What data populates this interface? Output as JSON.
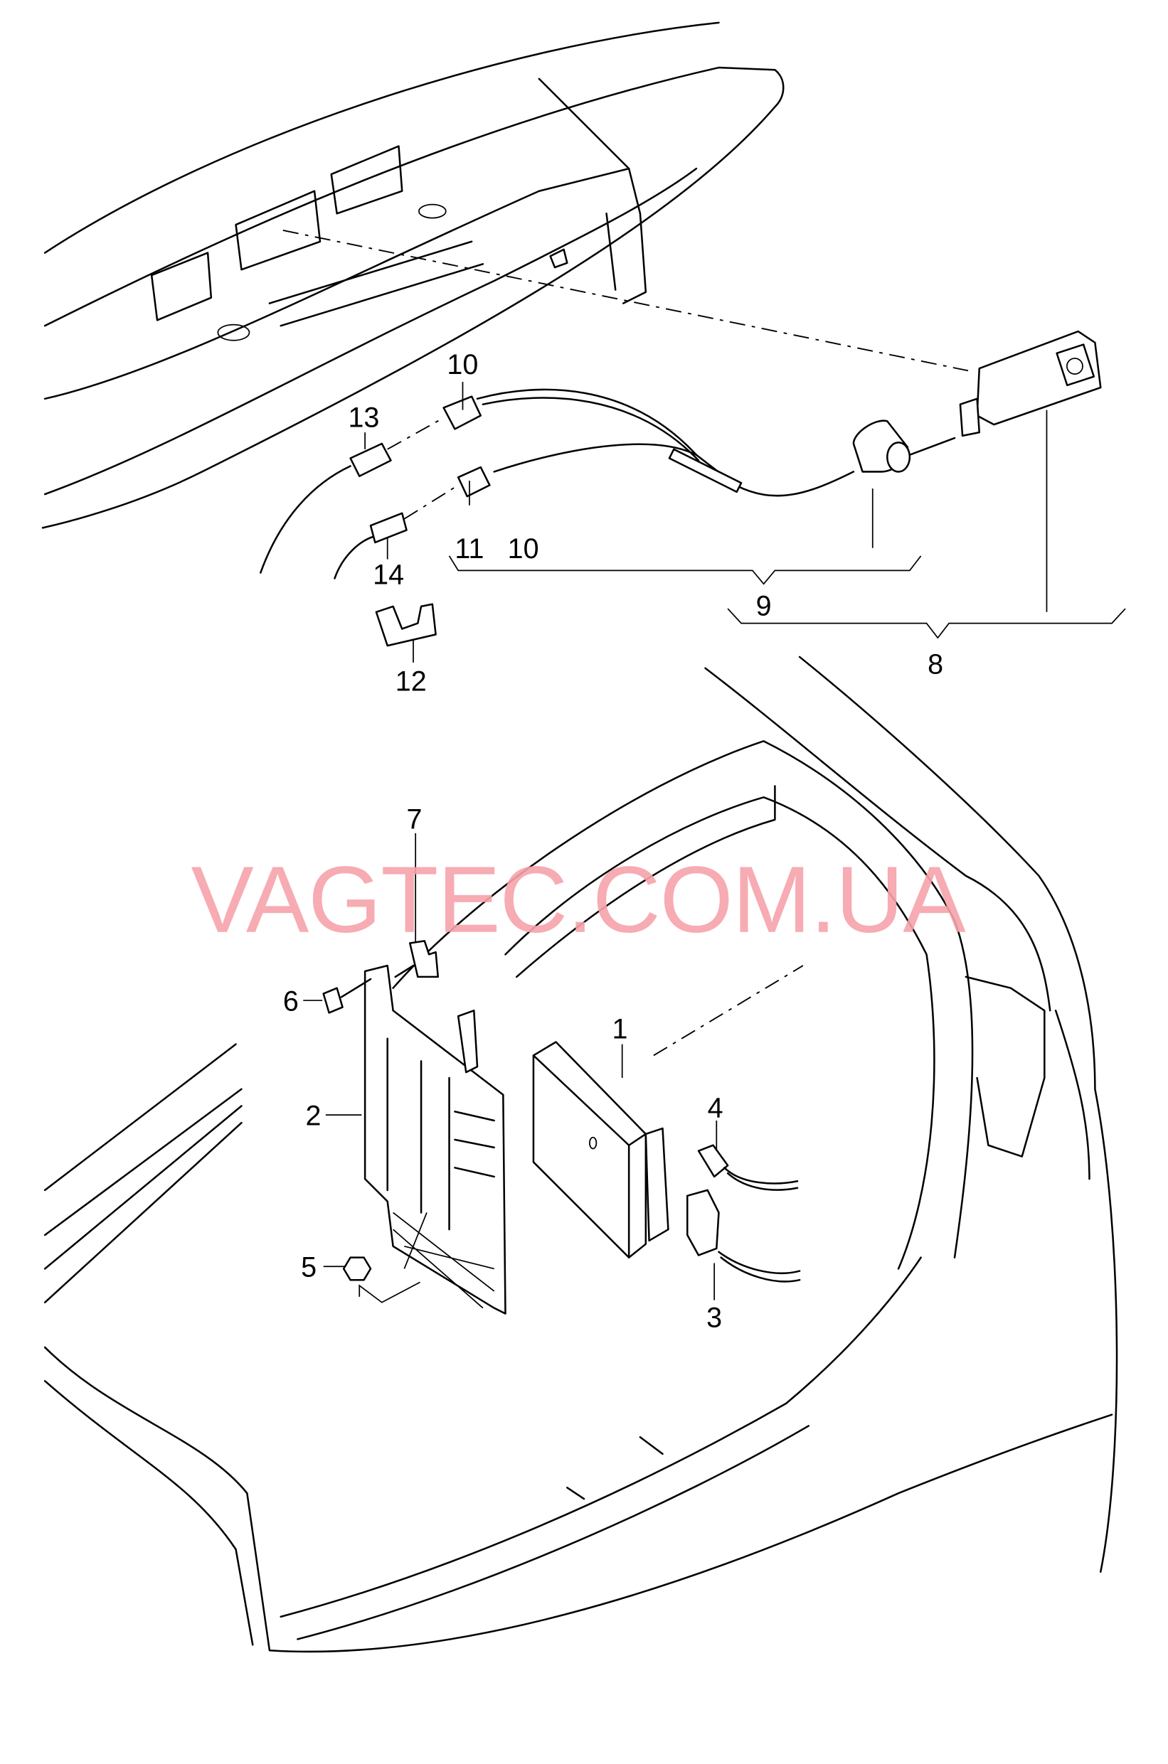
{
  "watermark": "VAGTEC.COM.UA",
  "callouts": {
    "c1": "1",
    "c2": "2",
    "c3": "3",
    "c4": "4",
    "c5": "5",
    "c6": "6",
    "c7": "7",
    "c8": "8",
    "c9": "9",
    "c10a": "10",
    "c10b": "10",
    "c11": "11",
    "c12": "12",
    "c13": "13",
    "c14": "14"
  },
  "colors": {
    "line": "#000000",
    "watermark": "#f7a3aa",
    "background": "#ffffff"
  }
}
